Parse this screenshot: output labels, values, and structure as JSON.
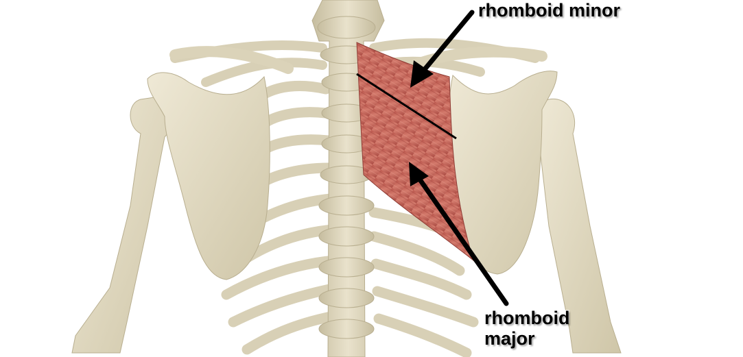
{
  "illustration": {
    "subject": "Posterior view of upper skeleton showing rhomboid muscles",
    "colors": {
      "background": "#ffffff",
      "bone": "#e6dfc8",
      "bone_shadow": "#c9c0a1",
      "muscle": "#c96a5e",
      "muscle_dark": "#a84c44",
      "arrow": "#000000"
    }
  },
  "labels": {
    "rhomboid_minor": "rhomboid minor",
    "rhomboid_major_line1": "rhomboid",
    "rhomboid_major_line2": "major"
  }
}
